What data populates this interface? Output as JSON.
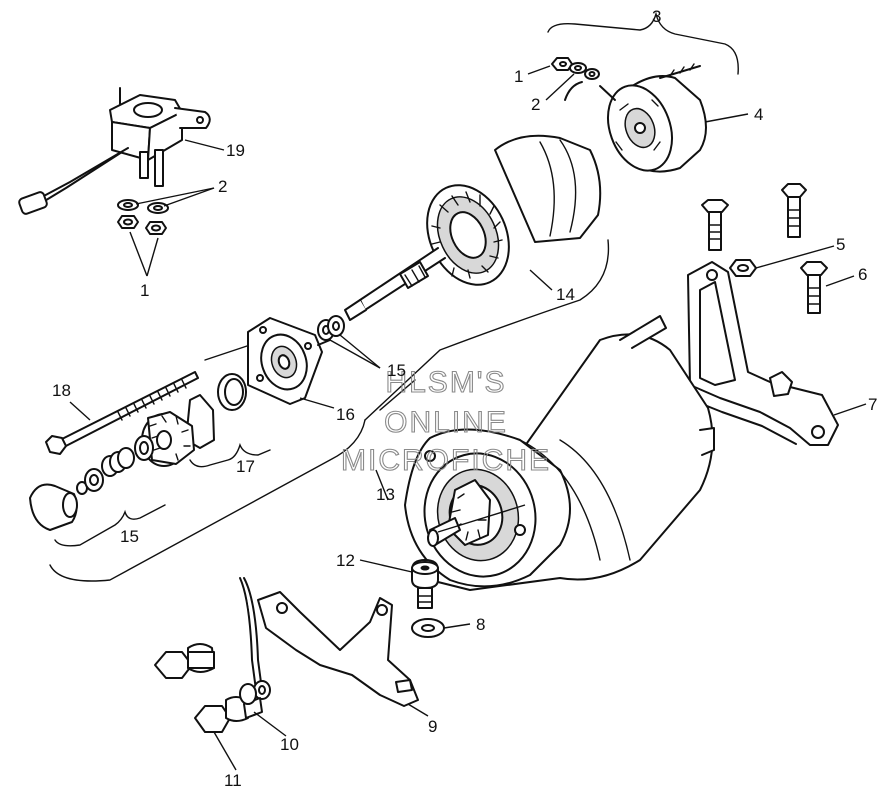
{
  "watermark": {
    "lines": [
      "HLSM'S",
      "ONLINE",
      "MICROFICHE"
    ]
  },
  "callouts": {
    "c1a": "1",
    "c2a": "2",
    "c3": "3",
    "c4": "4",
    "c19": "19",
    "c2b": "2",
    "c1b": "1",
    "c14": "14",
    "c5": "5",
    "c6": "6",
    "c15a": "15",
    "c18": "18",
    "c16": "16",
    "c7": "7",
    "c17": "17",
    "c13": "13",
    "c15b": "15",
    "c12": "12",
    "c8": "8",
    "c10": "10",
    "c9": "9",
    "c11": "11"
  }
}
